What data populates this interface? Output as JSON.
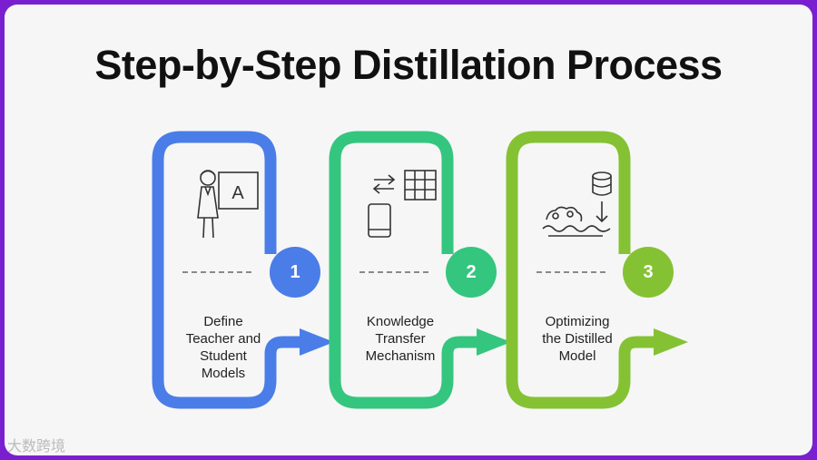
{
  "title": "Step-by-Step Distillation Process",
  "steps": [
    {
      "number": "1",
      "label": "Define\nTeacher and\nStudent\nModels",
      "color": "#4a7de8",
      "icons": [
        "teacher-icon",
        "letter-a-board-icon"
      ]
    },
    {
      "number": "2",
      "label": "Knowledge\nTransfer\nMechanism",
      "color": "#34c67e",
      "icons": [
        "exchange-arrows-icon",
        "table-grid-icon",
        "mobile-device-icon"
      ]
    },
    {
      "number": "3",
      "label": "Optimizing\nthe Distilled\nModel",
      "color": "#84c233",
      "icons": [
        "database-icon",
        "down-arrow-icon",
        "gears-icon",
        "waves-icon"
      ]
    }
  ],
  "watermark": "大数跨境"
}
